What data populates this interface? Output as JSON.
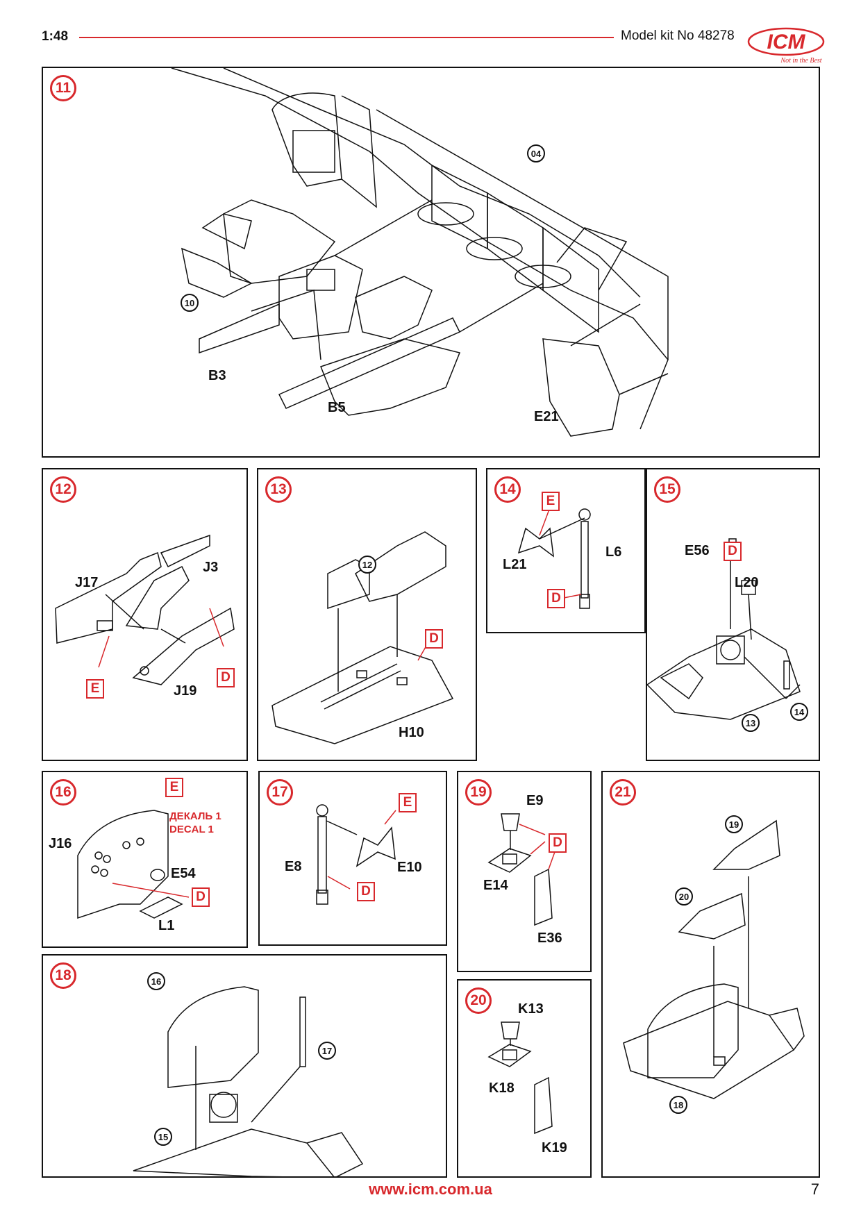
{
  "header": {
    "scale": "1:48",
    "kit_number": "Model kit No 48278",
    "logo_text": "ICM",
    "logo_tagline": "Not in the Best"
  },
  "steps": {
    "s11": {
      "number": "11",
      "refs": [
        "04",
        "10"
      ],
      "parts": [
        "B3",
        "B5",
        "E21"
      ]
    },
    "s12": {
      "number": "12",
      "parts": [
        "J17",
        "J3",
        "J19"
      ],
      "paint": [
        "D",
        "E"
      ]
    },
    "s13": {
      "number": "13",
      "refs": [
        "12"
      ],
      "parts": [
        "H10"
      ],
      "paint": [
        "D"
      ]
    },
    "s14": {
      "number": "14",
      "parts": [
        "L6",
        "L21"
      ],
      "paint": [
        "E",
        "D"
      ]
    },
    "s15": {
      "number": "15",
      "refs": [
        "13",
        "14"
      ],
      "parts": [
        "E56",
        "L20"
      ],
      "paint": [
        "D"
      ]
    },
    "s16": {
      "number": "16",
      "parts": [
        "J16",
        "E54",
        "L1"
      ],
      "paint": [
        "E",
        "D"
      ],
      "decal_ru": "ДЕКАЛЬ 1",
      "decal_en": "DECAL 1"
    },
    "s17": {
      "number": "17",
      "parts": [
        "E8",
        "E10"
      ],
      "paint": [
        "E",
        "D"
      ]
    },
    "s18": {
      "number": "18",
      "refs": [
        "16",
        "17",
        "15"
      ]
    },
    "s19": {
      "number": "19",
      "parts": [
        "E9",
        "E14",
        "E36"
      ],
      "paint": [
        "D"
      ]
    },
    "s20": {
      "number": "20",
      "parts": [
        "K13",
        "K18",
        "K19"
      ]
    },
    "s21": {
      "number": "21",
      "refs": [
        "19",
        "20",
        "18"
      ]
    }
  },
  "footer": {
    "url": "www.icm.com.ua",
    "page": "7"
  }
}
